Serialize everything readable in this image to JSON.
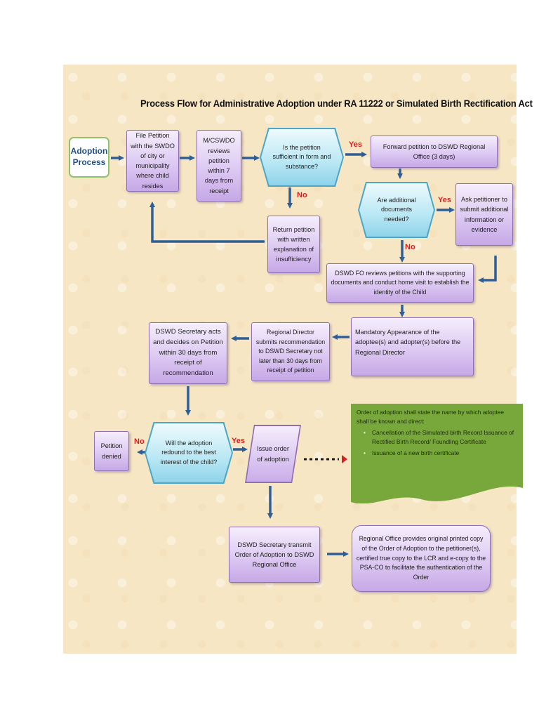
{
  "title": "Process Flow for Administrative Adoption under RA 11222 or Simulated Birth Rectification Act",
  "start": "Adoption Process",
  "steps": {
    "file_petition": "File Petition with the SWDO of city or municipality where child resides",
    "mcswdo_review": "M/CSWDO reviews petition within 7 days from receipt",
    "petition_sufficient": "Is the petition sufficient in form and substance?",
    "forward_petition": "Forward petition to DSWD Regional Office (3 days)",
    "additional_docs": "Are additional documents needed?",
    "ask_petitioner": "Ask petitioner to submit additional information or evidence",
    "return_petition": "Return petition with written explanation of insufficiency",
    "dswd_fo_reviews": "DSWD FO reviews petitions with the supporting documents and conduct home visit to establish the identity of the Child",
    "mandatory_appearance": "Mandatory Appearance of the adoptee(s) and adopter(s) before the Regional Director",
    "regional_director": "Regional Director submits recommendation to DSWD Secretary not later than 30 days from receipt of petition",
    "secretary_acts": "DSWD Secretary acts and decides on Petition within 30 days from receipt of recommendation",
    "best_interest": "Will the adoption redound to the best interest of the child?",
    "petition_denied": "Petition denied",
    "issue_order": "Issue order of adoption",
    "secretary_transmit": "DSWD Secretary transmit Order of Adoption to DSWD Regional Office",
    "regional_office_provides": "Regional Office provides original printed copy of the Order of Adoption to the petitioner(s), certified true copy to the LCR and e-copy to the PSA-CO to facilitate the authentication of the Order"
  },
  "labels": {
    "yes": "Yes",
    "no": "No"
  },
  "note": {
    "intro": "Order of adoption shall state the name by which adoptee shall be known and direct:",
    "items": [
      "Cancellation of the Simulated birth Record Issuance of Rectified Birth Record/ Foundling Certificate",
      "Issuance of a new birth certificate"
    ]
  },
  "colors": {
    "arrow": "#2f5e97",
    "label_red": "#d81f1f",
    "note_green": "#78a83c",
    "box_purple": "#c6a8e6",
    "hex_blue": "#8fd3ea"
  }
}
